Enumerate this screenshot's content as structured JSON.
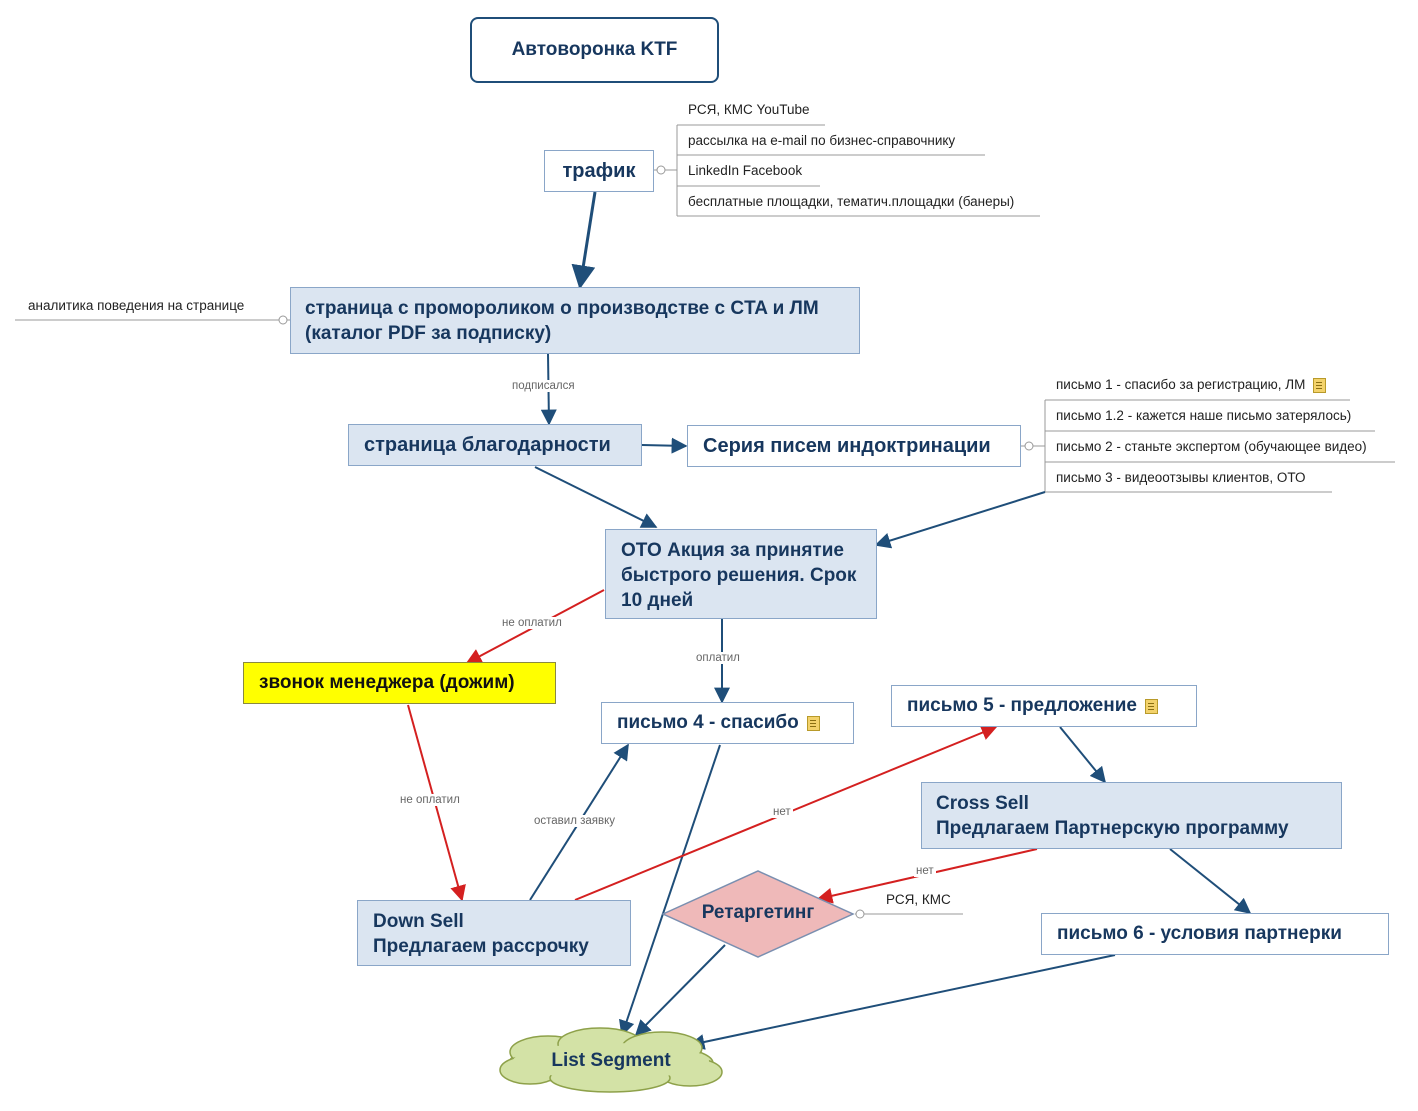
{
  "title": "Автоворонка KTF",
  "nodes": {
    "traffic": "трафик",
    "promo_page": "страница с промороликом о производстве с CTA и ЛМ (каталог PDF за подписку)",
    "thanks_page": "страница благодарности",
    "indoctrination": "Серия писем индоктринации",
    "oto": "OTO Акция за принятие быстрого решения. Срок 10 дней",
    "manager_call": "звонок менеджера (дожим)",
    "letter4": "письмо 4 - спасибо",
    "letter5": "письмо 5 - предложение",
    "cross_sell_line1": "Cross Sell",
    "cross_sell_line2": "Предлагаем Партнерскую программу",
    "down_sell_line1": "Down Sell",
    "down_sell_line2": "Предлагаем рассрочку",
    "retargeting": "Ретаргетинг",
    "letter6": "письмо 6 - условия партнерки",
    "list_segment": "List Segment"
  },
  "traffic_sources": [
    "РСЯ, КМС YouTube",
    "рассылка на e-mail по бизнес-справочнику",
    "LinkedIn Facebook",
    "бесплатные площадки, тематич.площадки (банеры)"
  ],
  "promo_note": "аналитика поведения на странице",
  "letters": [
    "письмо 1 - спасибо за регистрацию, ЛМ",
    "письмо 1.2 - кажется наше письмо затерялось)",
    "письмо 2 - станьте экспертом (обучающее видео)",
    "письмо 3 - видеоотзывы клиентов, ОТО"
  ],
  "retargeting_source": "РСЯ, КМС",
  "edge_labels": {
    "subscribed": "подписался",
    "not_paid_1": "не оплатил",
    "paid": "оплатил",
    "not_paid_2": "не оплатил",
    "left_request": "оставил заявку",
    "no_1": "нет",
    "no_2": "нет"
  },
  "colors": {
    "node_fill": "#dbe5f1",
    "node_border": "#8aa6c8",
    "arrow_blue": "#1f4e79",
    "arrow_red": "#d42020",
    "call_fill": "#ffff00",
    "retargeting_fill": "#efb9b9",
    "cloud_fill": "#d3e2a6"
  }
}
